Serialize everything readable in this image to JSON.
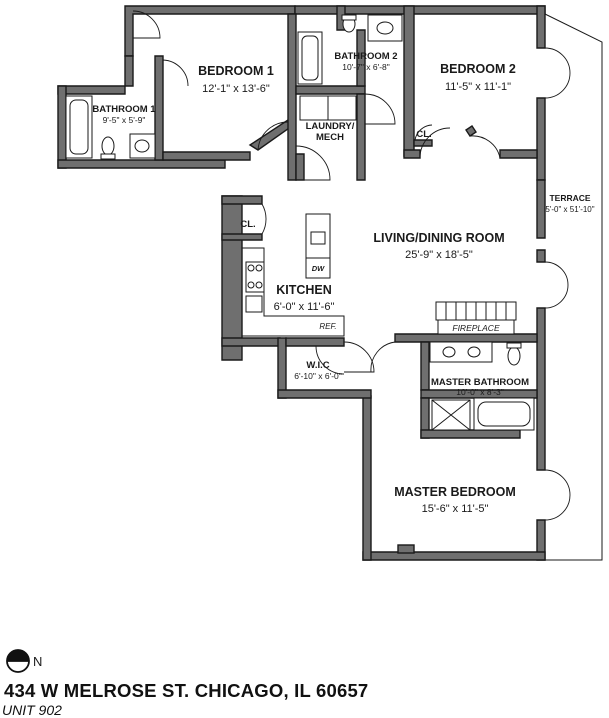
{
  "rooms": {
    "bedroom1": {
      "name": "BEDROOM 1",
      "dims": "12'-1\" x 13'-6\""
    },
    "bathroom2": {
      "name": "BATHROOM 2",
      "dims": "10'-7\" x 6'-8\""
    },
    "bedroom2": {
      "name": "BEDROOM 2",
      "dims": "11'-5\" x 11'-1\""
    },
    "bathroom1": {
      "name": "BATHROOM 1",
      "dims": "9'-5\" x 5'-9\""
    },
    "laundry": {
      "name_line1": "LAUNDRY/",
      "name_line2": "MECH"
    },
    "closet_bed2": {
      "name": "CL."
    },
    "closet_hall": {
      "name": "CL."
    },
    "terrace": {
      "name": "TERRACE",
      "dims": "5'-0\" x 51'-10\""
    },
    "living": {
      "name": "LIVING/DINING ROOM",
      "dims": "25'-9\" x 18'-5\""
    },
    "kitchen": {
      "name": "KITCHEN",
      "dims": "6'-0\" x 11'-6\""
    },
    "dishwasher": {
      "name": "DW"
    },
    "refrigerator": {
      "name": "REF."
    },
    "fireplace": {
      "name": "FIREPLACE"
    },
    "wic": {
      "name": "W.I.C",
      "dims": "6'-10\" x 6'-0\""
    },
    "master_bath": {
      "name": "MASTER BATHROOM",
      "dims": "10'-0\" x 8'-3\""
    },
    "master_bed": {
      "name": "MASTER BEDROOM",
      "dims": "15'-6\" x 11'-5\""
    }
  },
  "footer": {
    "compass_label": "N",
    "address": "434 W MELROSE ST. CHICAGO, IL 60657",
    "unit": "UNIT 902"
  },
  "icons": [
    "north-compass-icon"
  ]
}
